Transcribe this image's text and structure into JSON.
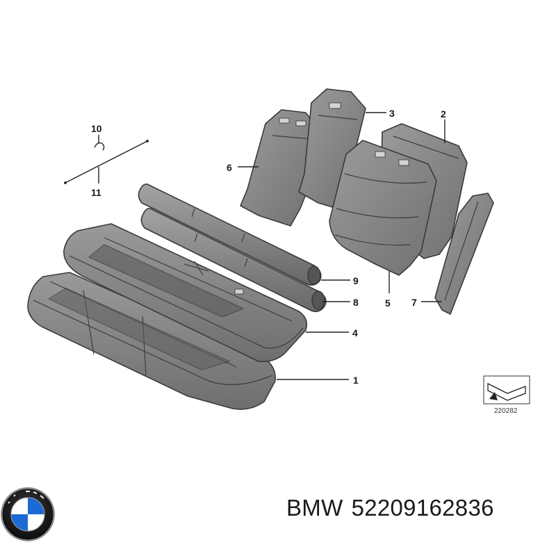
{
  "diagram": {
    "callouts": [
      "1",
      "2",
      "3",
      "4",
      "5",
      "6",
      "7",
      "8",
      "9",
      "10",
      "11"
    ],
    "reference_code": "220282"
  },
  "caption": {
    "brand": "BMW",
    "part_number": "52209162836"
  },
  "colors": {
    "part_fill": "#8a8a8a",
    "part_fill_dark": "#6f6f6f",
    "part_fill_light": "#a8a8a8",
    "outline": "#3a3a3a",
    "logo_blue": "#1c69d4"
  },
  "logo": {
    "icon": "bmw-roundel-logo"
  }
}
